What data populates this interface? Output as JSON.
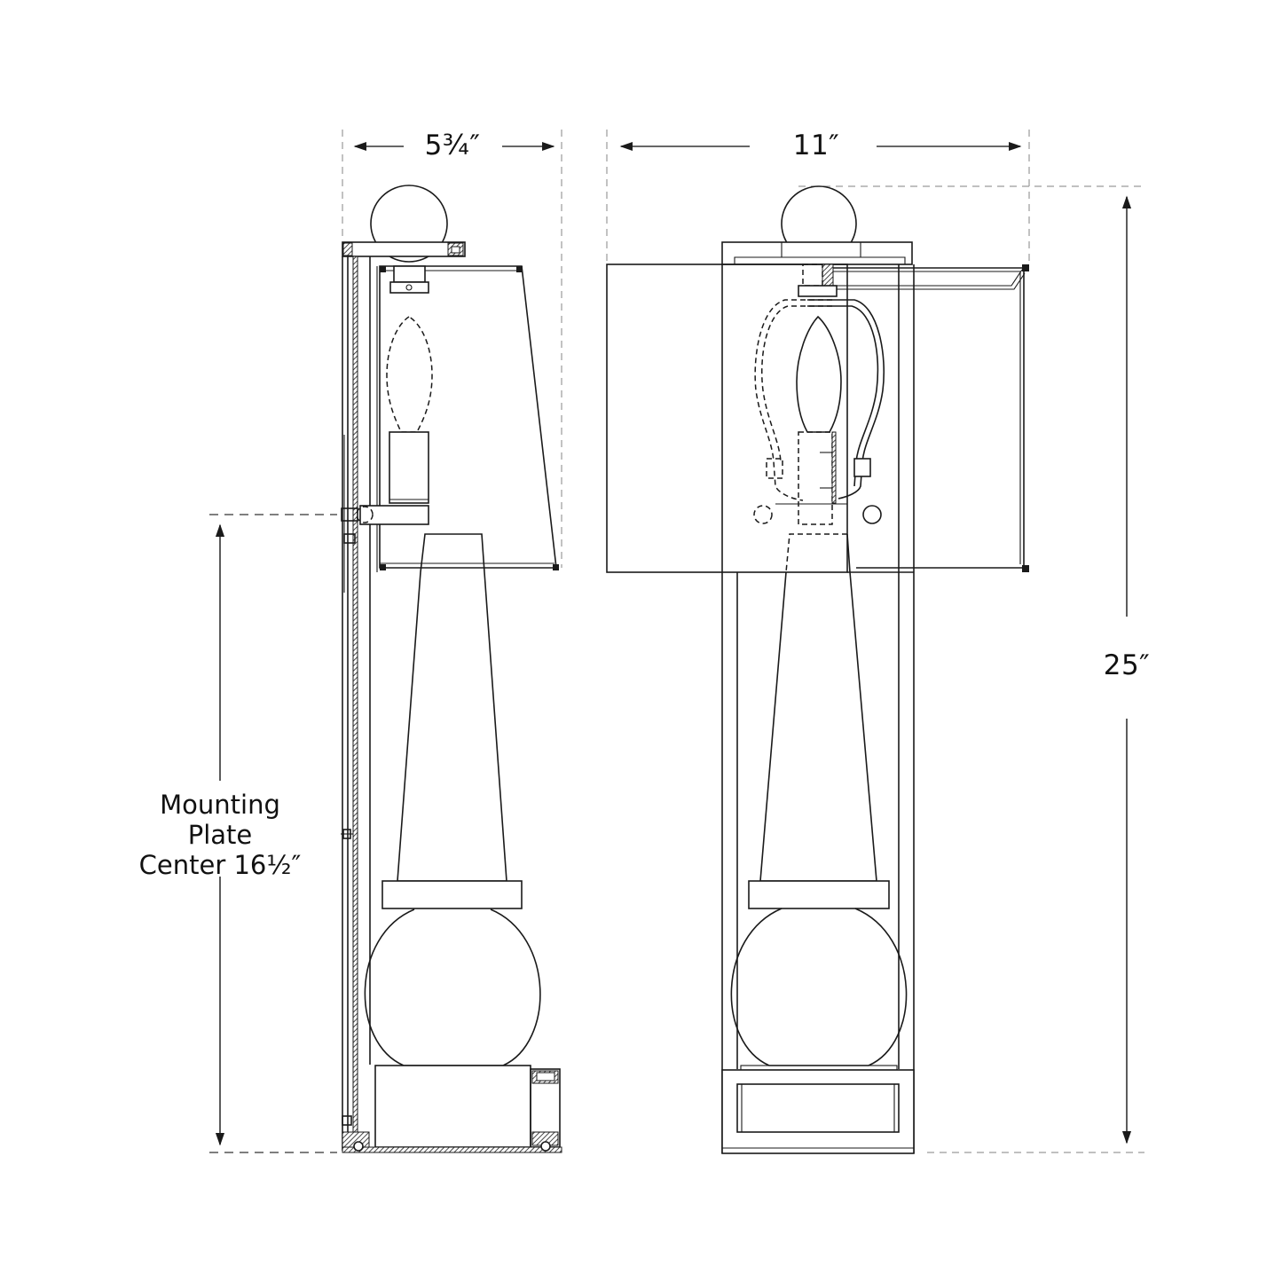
{
  "figure": {
    "type": "product dimension drawing",
    "subject": "wall sconce",
    "views": [
      "side view",
      "front view"
    ]
  },
  "dimensions": {
    "side_width": {
      "label": "5¾″",
      "value_in": 5.75
    },
    "front_width": {
      "label": "11″",
      "value_in": 11
    },
    "overall_height": {
      "label": "25″",
      "value_in": 25
    },
    "mounting_plate_center": {
      "lines": [
        "Mounting",
        "Plate",
        "Center 16½″"
      ],
      "value_in": 16.5
    }
  },
  "colors": {
    "line": "#1a1a1a",
    "extension_line": "#9a9a9a",
    "background": "#ffffff"
  }
}
